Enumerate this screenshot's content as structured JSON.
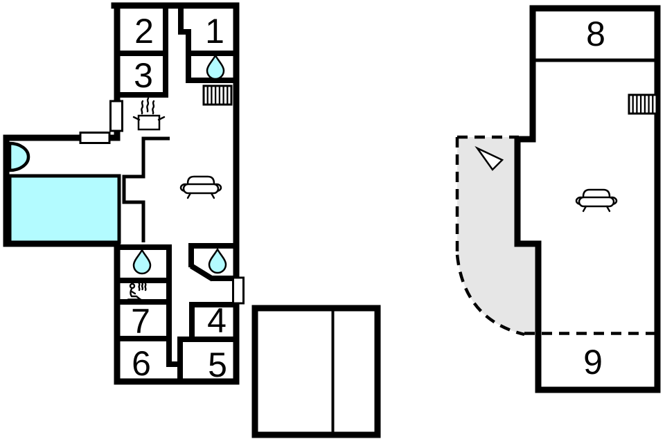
{
  "plan": {
    "colors": {
      "background": "#ffffff",
      "wall": "#000000",
      "water": "#b3fbff",
      "terrace": "#e6e6e6"
    },
    "rooms": {
      "r1": "1",
      "r2": "2",
      "r3": "3",
      "r4": "4",
      "r5": "5",
      "r6": "6",
      "r7": "7",
      "r8": "8",
      "r9": "9"
    },
    "icons": {
      "bathroom_drop_top": "water-drop",
      "bathroom_drop_lower_left": "water-drop",
      "bathroom_drop_lower_right": "water-drop",
      "radiator_main": "radiator",
      "radiator_second": "radiator",
      "stove": "stove-with-steam",
      "sofa_main": "sofa",
      "sofa_second": "sofa",
      "sauna": "sauna-person",
      "pool": "swimming-pool",
      "bath": "half-round-bath",
      "window_side": "window",
      "window_annex": "window",
      "door_right": "door-opening",
      "terrace": "terrace-dashed",
      "arrow": "direction-arrow"
    }
  }
}
